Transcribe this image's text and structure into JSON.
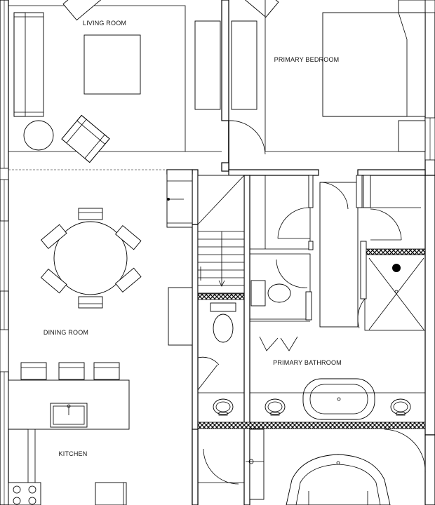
{
  "rooms": {
    "living": "LIVING ROOM",
    "primary_bedroom": "PRIMARY BEDROOM",
    "dining": "DINING ROOM",
    "primary_bathroom": "PRIMARY BATHROOM",
    "kitchen": "KITCHEN"
  },
  "colors": {
    "line": "#000000",
    "background": "#ffffff"
  }
}
